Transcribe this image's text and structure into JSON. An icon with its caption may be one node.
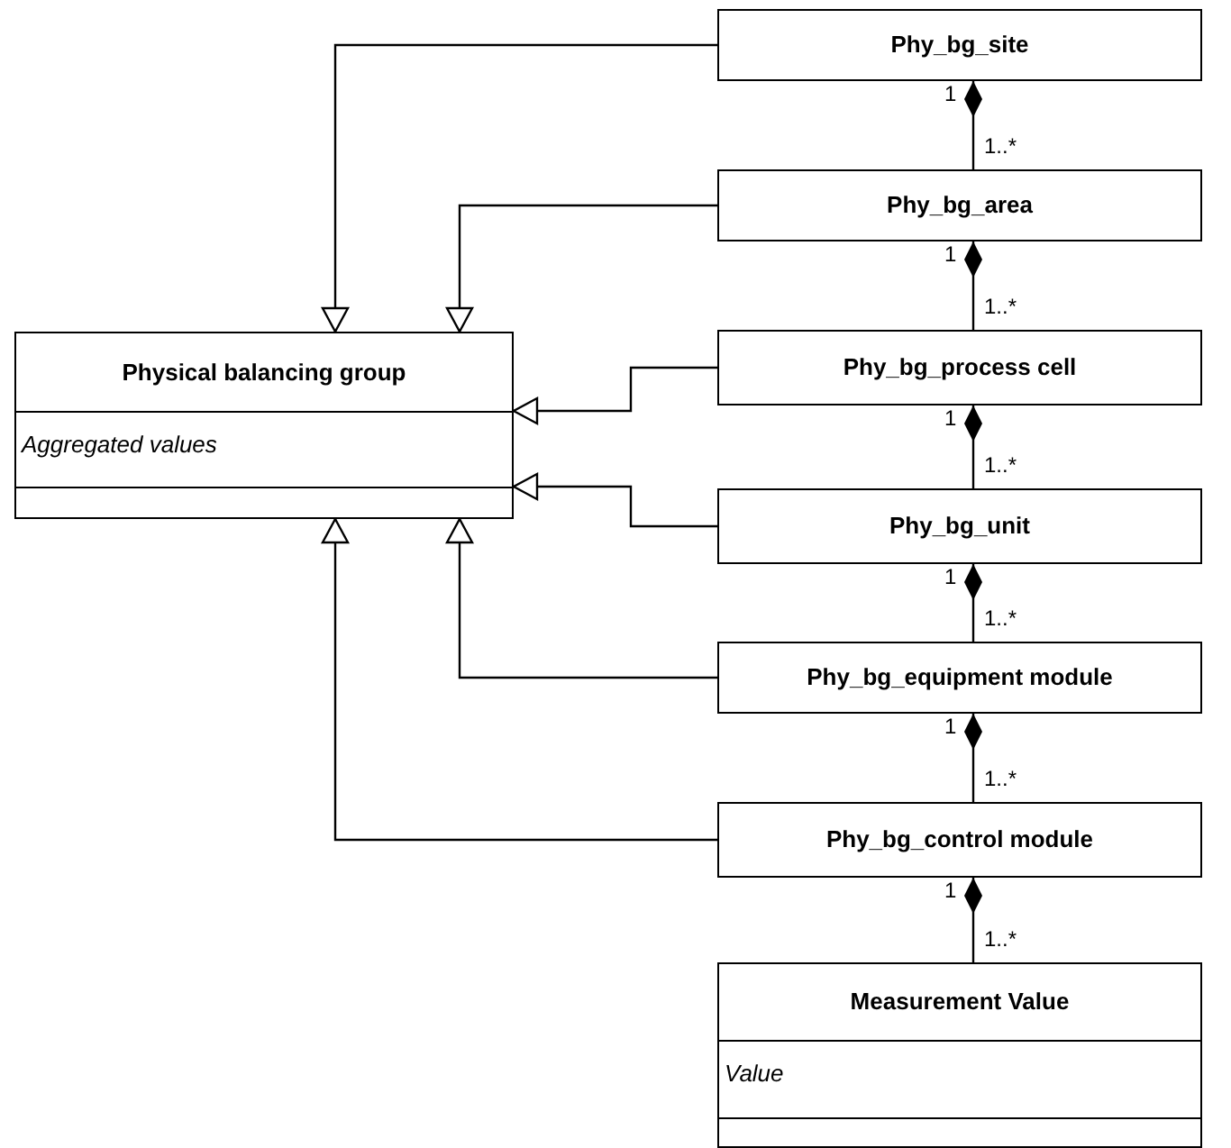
{
  "diagram": {
    "nodes": [
      {
        "text": [
          "Physical balancing group",
          "Aggregated values"
        ]
      },
      {
        "text": [
          "Phy_bg_site"
        ]
      },
      {
        "text": [
          "Phy_bg_area"
        ]
      },
      {
        "text": [
          "Phy_bg_process cell"
        ]
      },
      {
        "text": [
          "Phy_bg_unit"
        ]
      },
      {
        "text": [
          "Phy_bg_equipment module"
        ]
      },
      {
        "text": [
          "Phy_bg_control module"
        ]
      },
      {
        "text": [
          "Measurement Value",
          "Value"
        ]
      }
    ],
    "edges": [
      {
        "from": 1,
        "to": 0,
        "arrow": "to"
      },
      {
        "from": 2,
        "to": 0,
        "arrow": "to"
      },
      {
        "from": 3,
        "to": 0,
        "arrow": "to"
      },
      {
        "from": 4,
        "to": 0,
        "arrow": "to"
      },
      {
        "from": 5,
        "to": 0,
        "arrow": "to"
      },
      {
        "from": 6,
        "to": 0,
        "arrow": "to"
      },
      {
        "from": 1,
        "to": 2,
        "arrow": "other"
      },
      {
        "from": 2,
        "to": 3,
        "arrow": "other"
      },
      {
        "from": 3,
        "to": 4,
        "arrow": "other"
      },
      {
        "from": 4,
        "to": 5,
        "arrow": "other"
      },
      {
        "from": 5,
        "to": 6,
        "arrow": "other"
      },
      {
        "from": 6,
        "to": 7,
        "arrow": "other"
      }
    ],
    "labels": [
      "1",
      "1..*",
      "1",
      "1..*",
      "1",
      "1..*",
      "1",
      "1..*",
      "1",
      "1..*",
      "1",
      "1..*"
    ]
  }
}
